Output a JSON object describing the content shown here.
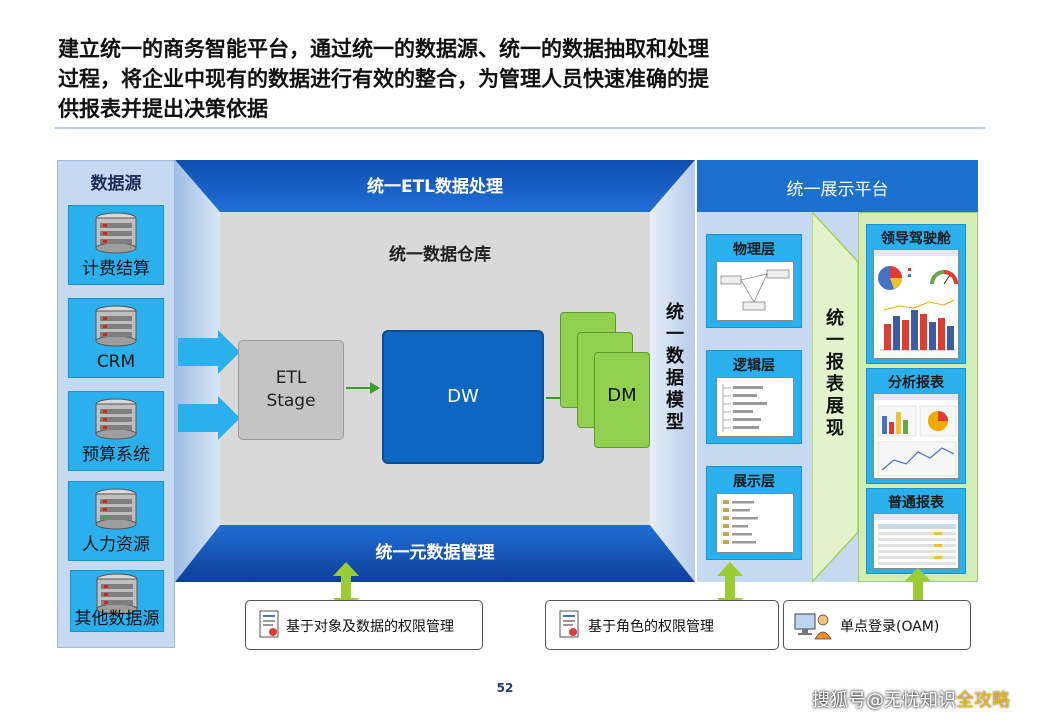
{
  "heading": {
    "line1": "建立统一的商务智能平台，通过统一的数据源、统一的数据抽取和处理",
    "line2": "过程，将企业中现有的数据进行有效的整合，为管理人员快速准确的提",
    "line3": "供报表并提出决策依据"
  },
  "data_sources": {
    "title": "数据源",
    "items": [
      {
        "label": "计费结算"
      },
      {
        "label": "CRM"
      },
      {
        "label": "预算系统"
      },
      {
        "label": "人力资源"
      },
      {
        "label": "其他数据源"
      }
    ]
  },
  "etl": {
    "top_title": "统一ETL数据处理",
    "bottom_title": "统一元数据管理",
    "warehouse_title": "统一数据仓库",
    "stage_line1": "ETL",
    "stage_line2": "Stage",
    "dw_label": "DW",
    "dm_label": "DM",
    "model_label": [
      "统",
      "一",
      "数",
      "据",
      "模",
      "型"
    ]
  },
  "display": {
    "title": "统一展示平台",
    "layers": [
      {
        "label": "物理层"
      },
      {
        "label": "逻辑层"
      },
      {
        "label": "展示层"
      }
    ],
    "vertical_label": [
      "统",
      "一",
      "报",
      "表",
      "展",
      "现"
    ],
    "reports": [
      {
        "label": "领导驾驶舱"
      },
      {
        "label": "分析报表"
      },
      {
        "label": "普通报表"
      }
    ]
  },
  "permissions": [
    {
      "label": "基于对象及数据的权限管理"
    },
    {
      "label": "基于角色的权限管理"
    },
    {
      "label": "单点登录(OAM)"
    }
  ],
  "page_number": "52",
  "watermark": {
    "main": "搜狐号@无忧知识",
    "accent": "全攻略"
  },
  "colors": {
    "etl_blue": "#1657b8",
    "dw_blue": "#0d66c2",
    "source_cyan": "#2ab0ec",
    "panel_light_blue": "#c5d9f1",
    "dm_green": "#92d050",
    "arrow_green": "#9acd32"
  }
}
